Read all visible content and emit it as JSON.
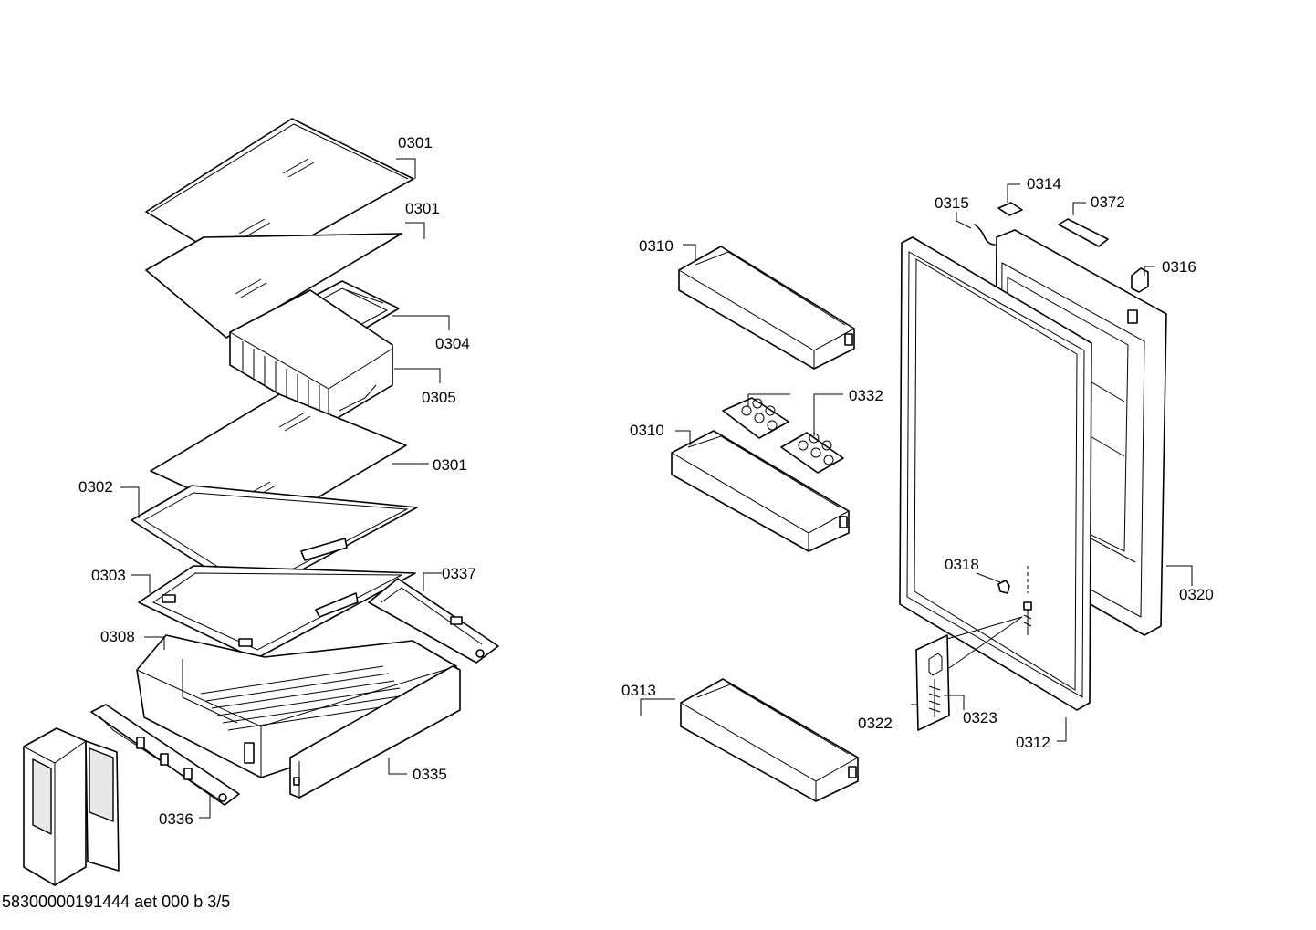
{
  "labels": {
    "p0301a": "0301",
    "p0301b": "0301",
    "p0304": "0304",
    "p0305": "0305",
    "p0301c": "0301",
    "p0302": "0302",
    "p0303": "0303",
    "p0337": "0337",
    "p0308": "0308",
    "p0335": "0335",
    "p0336": "0336",
    "p0310a": "0310",
    "p0310b": "0310",
    "p0332": "0332",
    "p0313": "0313",
    "p0315": "0315",
    "p0314": "0314",
    "p0372": "0372",
    "p0316": "0316",
    "p0318": "0318",
    "p0320": "0320",
    "p0322": "0322",
    "p0323": "0323",
    "p0312": "0312"
  },
  "footer": "58300000191444 aet 000 b 3/5"
}
